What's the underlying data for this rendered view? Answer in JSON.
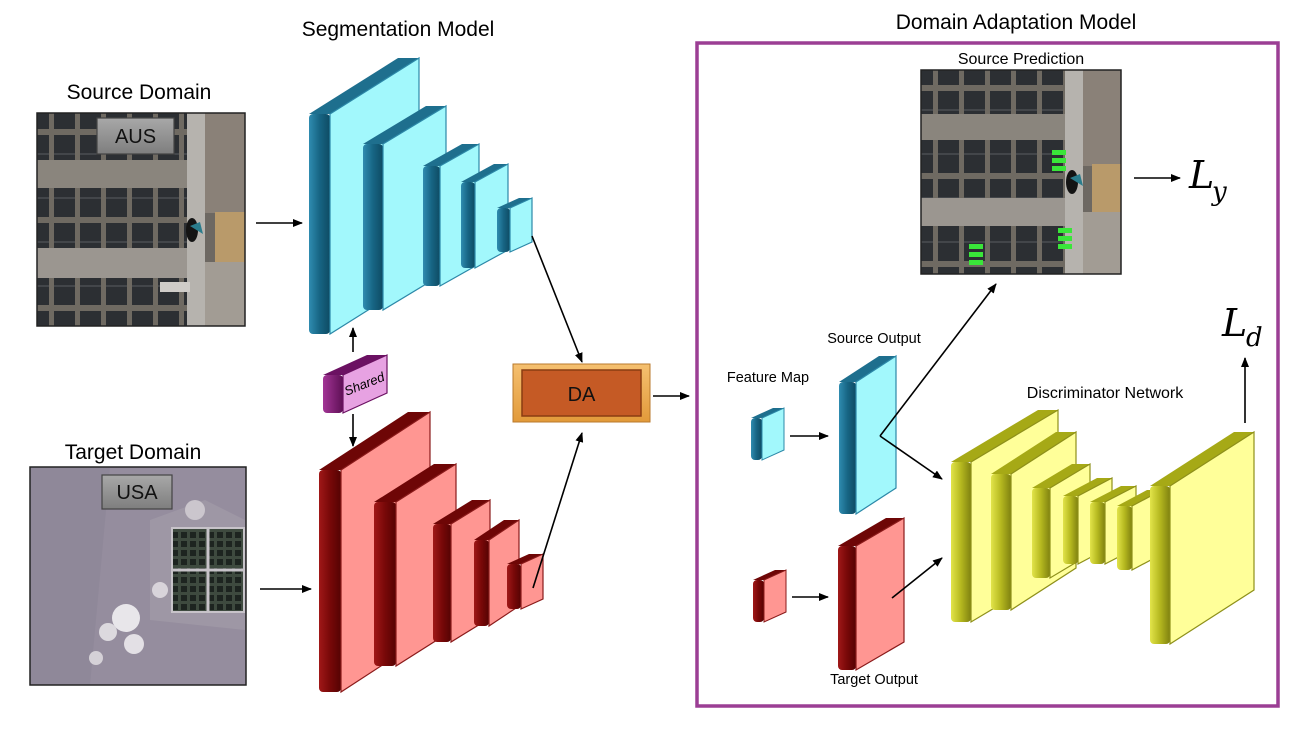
{
  "titles": {
    "segmentation_model": "Segmentation Model",
    "domain_adaptation_model": "Domain Adaptation Model",
    "source_domain": "Source Domain",
    "target_domain": "Target Domain",
    "source_prediction": "Source Prediction"
  },
  "image_tags": {
    "source": "AUS",
    "target": "USA"
  },
  "blocks": {
    "shared": "Shared",
    "da": "DA"
  },
  "labels": {
    "feature_map": "Feature Map",
    "source_output": "Source Output",
    "target_output": "Target Output",
    "discriminator": "Discriminator Network"
  },
  "losses": {
    "ly_main": "L",
    "ly_sub": "y",
    "ld_main": "L",
    "ld_sub": "d"
  },
  "colors": {
    "source_branch": "#1F6E8C",
    "source_fill": "#A2F8FC",
    "target_branch": "#7A0A0A",
    "target_fill": "#FF9692",
    "shared": "#8A1E80",
    "da_block": "#C55A25",
    "discriminator": "#DADD3A",
    "panel_border": "#9B3E94"
  }
}
